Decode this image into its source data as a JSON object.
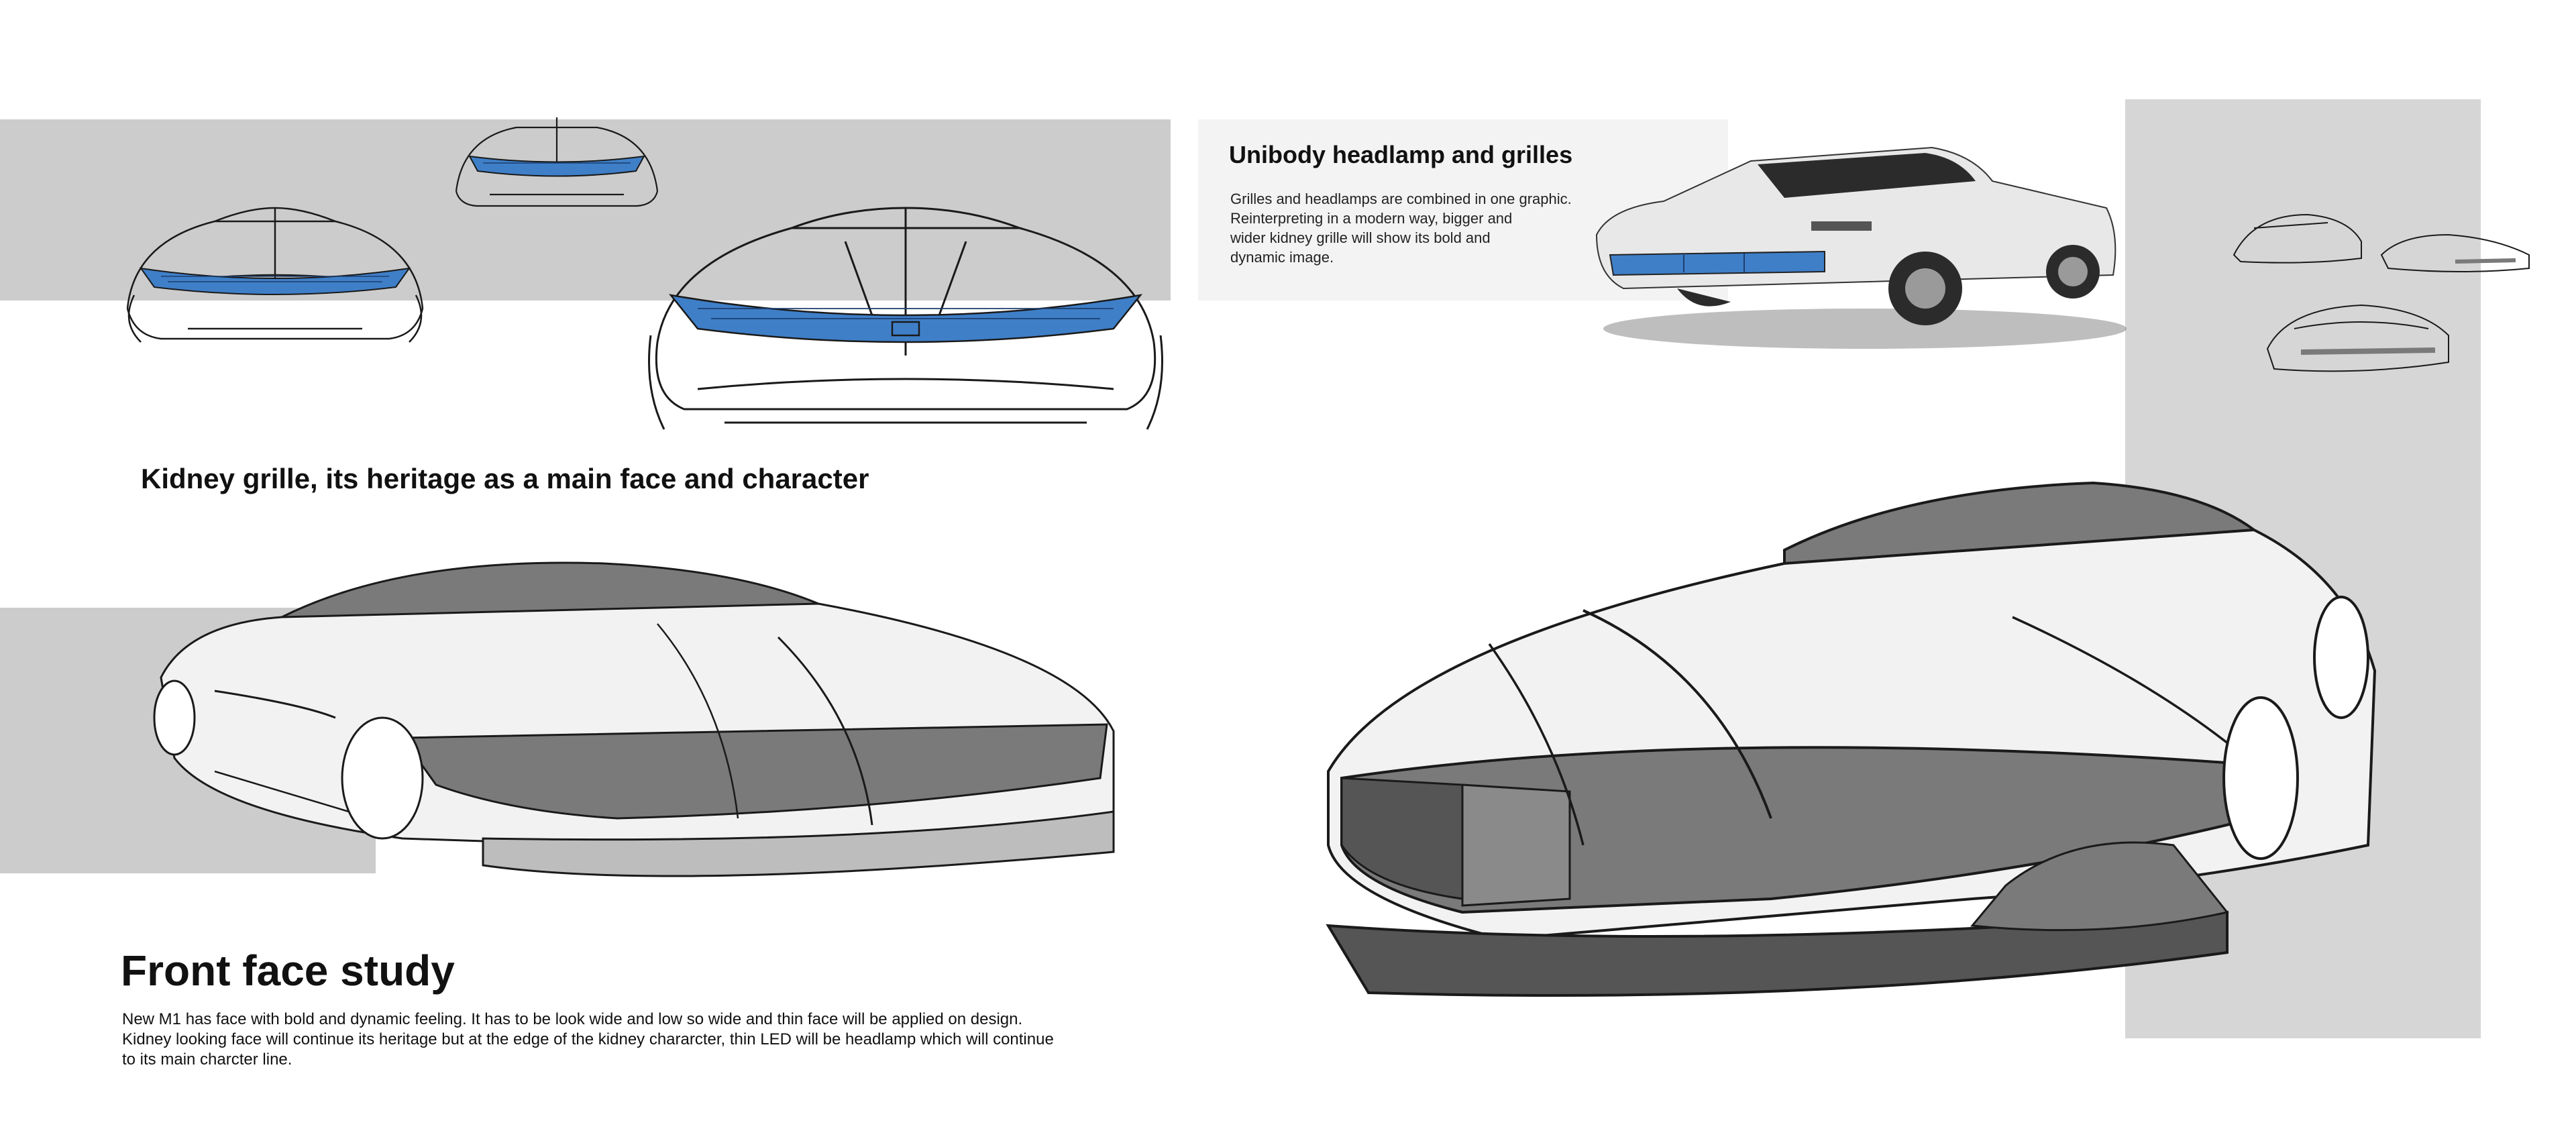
{
  "colors": {
    "band_gray": "#cccccc",
    "band_right": "#d6d6d6",
    "info_panel": "#f3f3f3",
    "grille_blue": "#3f7fc8",
    "sketch_stroke": "#1a1a1a",
    "sketch_shade": "#7a7a7a"
  },
  "sections": {
    "kidney": {
      "heading": "Kidney grille, its heritage as a main face and character"
    },
    "unibody": {
      "heading": "Unibody headlamp and grilles",
      "body": [
        "Grilles and headlamps are combined in one graphic.",
        "Reinterpreting in a modern way, bigger and",
        "wider kidney grille will show its bold and",
        "dynamic image."
      ]
    },
    "front_face": {
      "heading": "Front face study",
      "body": [
        "New M1 has face with bold and dynamic feeling. It has to be look wide and low so wide and thin face will be applied on design.",
        "Kidney looking face will continue its heritage but at the edge of the kidney chararcter, thin LED will be headlamp which will continue",
        "to its main charcter line."
      ]
    }
  },
  "images": {
    "front_sketch_small_left": "car-front-sketch",
    "front_sketch_small_top": "car-front-sketch",
    "front_sketch_large": "car-front-sketch",
    "three_quarter_sketch_left": "car-three-quarter-sketch",
    "three_quarter_sketch_right": "car-three-quarter-sketch",
    "reference_photo": "classic-sports-car-photo",
    "thumbnail_sketches": "car-thumbnail-sketches"
  }
}
